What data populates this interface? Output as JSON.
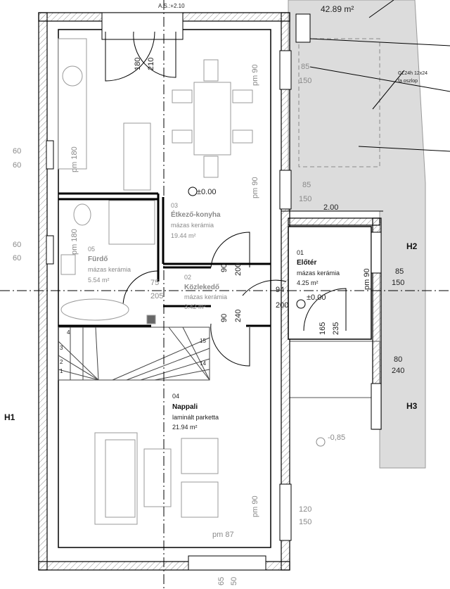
{
  "colors": {
    "wall": "#000000",
    "hatch": "#bdbdbd",
    "terrace": "#d9d9d9",
    "furniture": "#9a9a9a",
    "text_dark": "#222222",
    "text_grey": "#8a8a8a"
  },
  "rooms": [
    {
      "number": "01",
      "name": "Előtér",
      "floor": "mázas kerámia",
      "area": "4.25 m²"
    },
    {
      "number": "02",
      "name": "Közlekedő",
      "floor": "mázas kerámia",
      "area": "3.42 m²"
    },
    {
      "number": "03",
      "name": "Étkező-konyha",
      "floor": "mázas kerámia",
      "area": "19.44 m²"
    },
    {
      "number": "04",
      "name": "Nappali",
      "floor": "laminált parketta",
      "area": "21.94 m²"
    },
    {
      "number": "05",
      "name": "Fürdő",
      "floor": "mázas kerámia",
      "area": "5.54 m²"
    }
  ],
  "terrace_area": "42.89 m²",
  "level_top": "A.S.:+2.10",
  "levels": {
    "main": "±0.00",
    "entry": "±0.00",
    "outside": "-0,85"
  },
  "sections": {
    "h1": "H1",
    "h2": "H2",
    "h3": "H3"
  },
  "callouts": {
    "post_line1": "GL24h 12x24",
    "post_line2": "fa oszlop"
  },
  "dimensions": {
    "door_180": "180",
    "door_210": "210",
    "pm90_kitchen": "pm 90",
    "pm180_kitchen": "pm 180",
    "pm180_bath": "pm 180",
    "pm90_kitchen2": "pm 90",
    "win_85": "85",
    "win_150": "150",
    "win_85b": "85",
    "win_150b": "150",
    "left_60a": "60",
    "left_60b": "60",
    "left_60c": "60",
    "left_60d": "60",
    "dim_200_top": "2.00",
    "d75": "75",
    "d205": "205",
    "d90a": "90",
    "d200a": "200",
    "d90b": "90",
    "d240": "240",
    "d94": "94",
    "d200b": "200",
    "d165": "165",
    "d235": "235",
    "entry_pm90": "pm 90",
    "entry_85": "85",
    "entry_150": "150",
    "entry_80": "80",
    "entry_240": "240",
    "living_pm90": "pm 90",
    "living_120": "120",
    "living_150": "150",
    "living_pm87": "pm 87",
    "d65": "65",
    "d50": "50"
  },
  "stairs": {
    "s1": "1",
    "s2": "2",
    "s3": "3",
    "s4": "4",
    "s14": "14",
    "s15": "15"
  }
}
